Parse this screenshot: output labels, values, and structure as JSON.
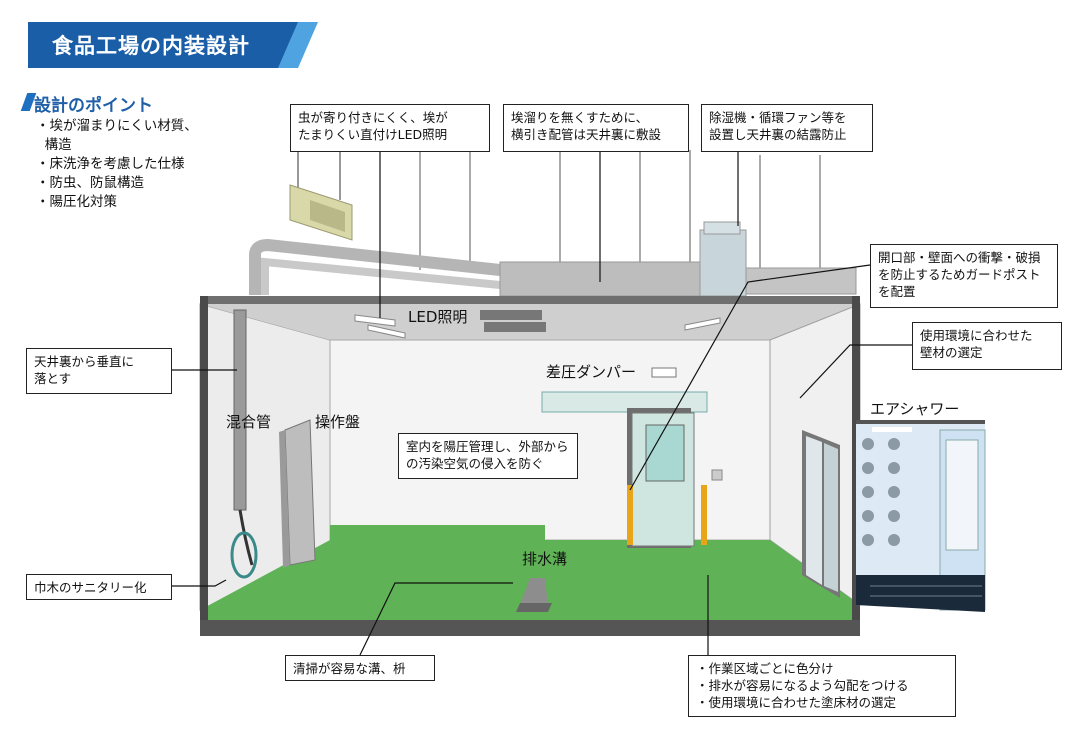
{
  "title": "食品工場の内装設計",
  "points": {
    "heading": "設計のポイント",
    "items": [
      "・埃が溜まりにくい材質、\n  構造",
      "・床洗浄を考慮した仕様",
      "・防虫、防鼠構造",
      "・陽圧化対策"
    ]
  },
  "callouts": {
    "led_lighting": "虫が寄り付きにくく、埃が\nたまりくい直付けLED照明",
    "horizontal_piping": "埃溜りを無くすために、\n横引き配管は天井裏に敷設",
    "dehumidifier": "除湿機・循環ファン等を\n設置し天井裏の結露防止",
    "guard_post": "開口部・壁面への衝撃・破損\nを防止するためガードポスト\nを配置",
    "wall_material": "使用環境に合わせた\n壁材の選定",
    "vertical_drop": "天井裏から垂直に\n落とす",
    "positive_pressure": "室内を陽圧管理し、外部から\nの汚染空気の侵入を防ぐ",
    "sanitary_baseboard": "巾木のサニタリー化",
    "easy_clean_drain": "清掃が容易な溝、枡",
    "floor_notes": "・作業区域ごとに色分け\n・排水が容易になるよう勾配をつける\n・使用環境に合わせた塗床材の選定"
  },
  "labels": {
    "led": "LED照明",
    "mixing_pipe": "混合管",
    "control_panel": "操作盤",
    "damper": "差圧ダンパー",
    "drain": "排水溝",
    "air_shower": "エアシャワー"
  },
  "colors": {
    "title_blue": "#1a5ea8",
    "title_light_blue": "#4fa3e0",
    "floor_green": "#5fb356",
    "wall_white": "#f4f4f4",
    "ceiling_gray": "#8e8e8e"
  }
}
